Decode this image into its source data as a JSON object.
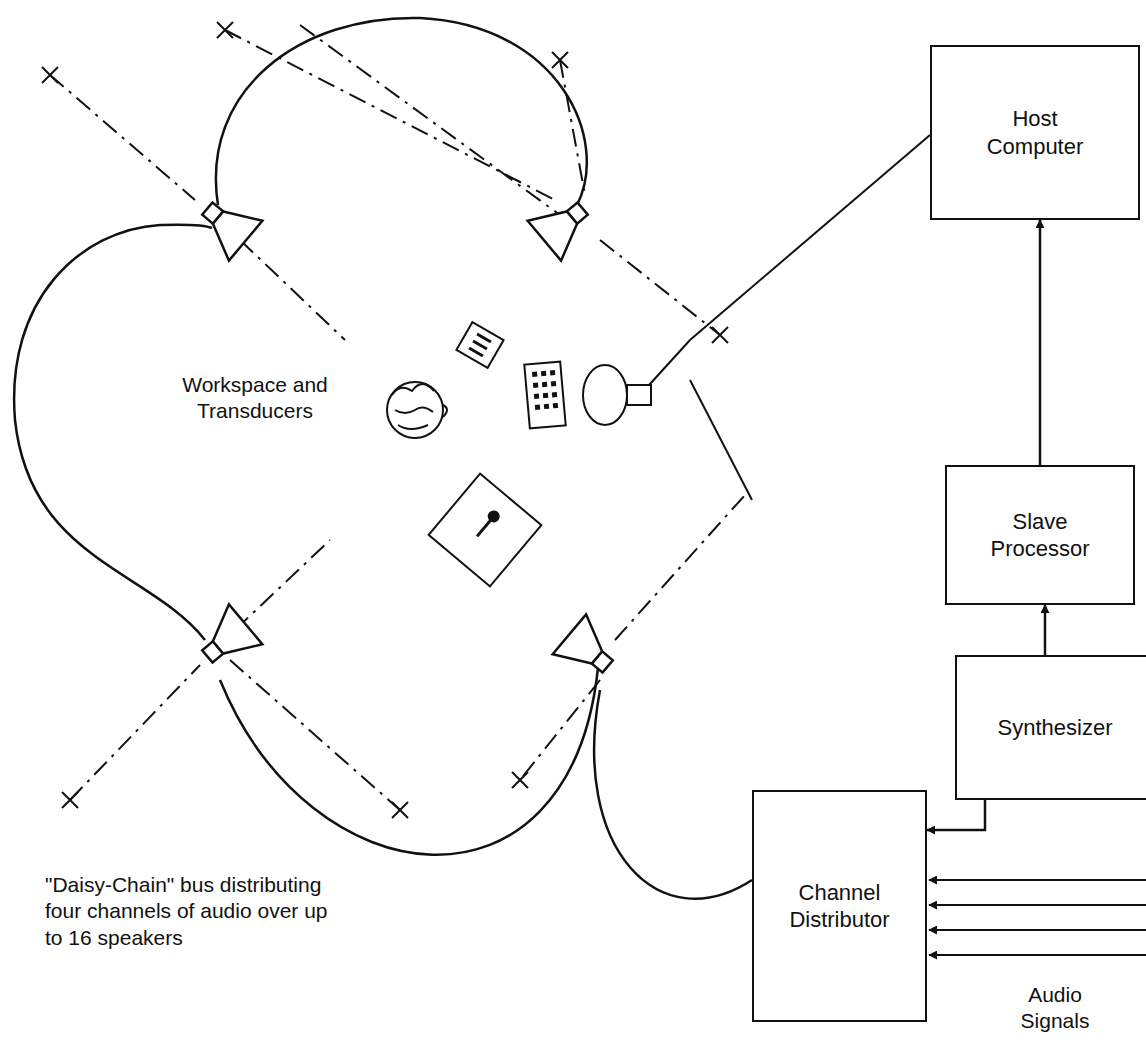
{
  "diagram": {
    "nodes": [
      {
        "text": [
          "Host Computer"
        ]
      },
      {
        "text": [
          "Slave Processor"
        ]
      },
      {
        "text": [
          "Synthesizer"
        ]
      },
      {
        "text": [
          "Channel Distributor"
        ]
      }
    ],
    "edges": [
      {
        "from": 1,
        "to": 0,
        "arrow": "to"
      },
      {
        "from": 2,
        "to": 1,
        "arrow": "to"
      },
      {
        "from": 2,
        "to": 3,
        "arrow": "to"
      }
    ],
    "labels": [
      "Workspace and Transducers",
      "\"Daisy-Chain\" bus distributing four channels of audio over up to 16 speakers",
      "Audio Signals"
    ]
  }
}
